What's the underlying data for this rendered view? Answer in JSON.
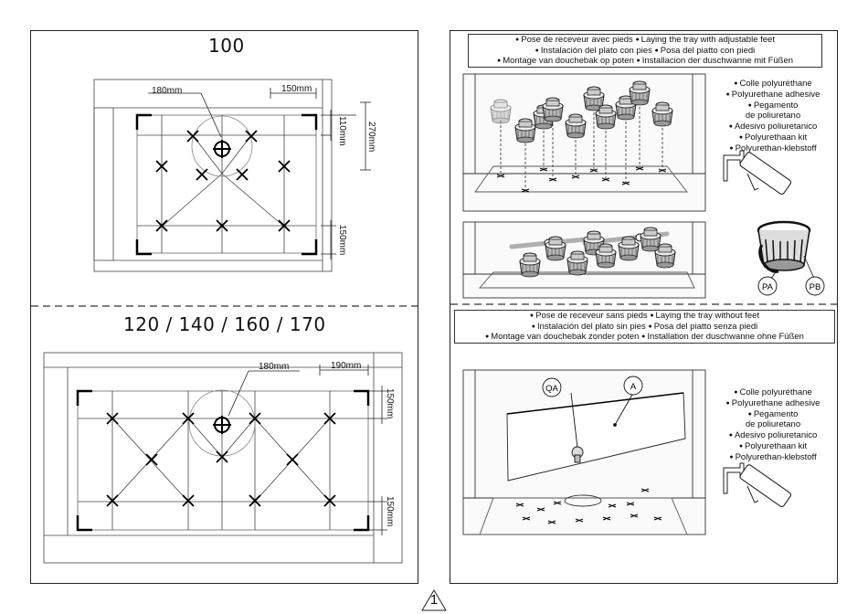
{
  "left_panel": {
    "top_title": "100",
    "bottom_title": "120 / 140 / 160 / 170",
    "top_dims": {
      "drain": "180mm",
      "side": "150mm",
      "top_edge": "110mm",
      "total": "270mm",
      "bottom_edge": "150mm"
    },
    "bottom_dims": {
      "drain": "180mm",
      "side": "190mm",
      "top_edge": "150mm",
      "bottom_edge": "150mm"
    }
  },
  "right_panel": {
    "feet_header": [
      "Pose de receveur avec pieds",
      "Laying the tray with adjustable feet",
      "Instalación del plato con pies",
      "Posa del piatto con piedi",
      "Montage van douchebak op poten",
      "Installacion der duschwanne mit Füßen"
    ],
    "nofeet_header": [
      "Pose de receveur sans pieds",
      "Laying the tray without feet",
      "Instalación del plato sin pies",
      "Posa del piatto senza piedi",
      "Montage van douchebak zonder poten",
      "Installation der duschwanne ohne Füßen"
    ],
    "adhesive": [
      "Colle polyuréthane",
      "Polyurethane adhesive",
      "Pegamento",
      "de poliuretano",
      "Adesivo poliuretanico",
      "Polyurethaan kit",
      "Polyurethan-klebstoff"
    ],
    "part_labels": {
      "pa": "PA",
      "pb": "PB",
      "qa": "QA",
      "a": "A"
    }
  },
  "page_number": "1"
}
